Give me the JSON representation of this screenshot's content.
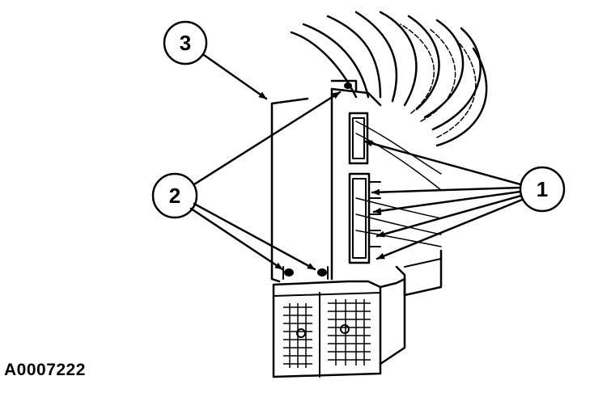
{
  "callouts": [
    {
      "id": "1",
      "label": "1"
    },
    {
      "id": "2",
      "label": "2"
    },
    {
      "id": "3",
      "label": "3"
    }
  ],
  "figure_id": "A0007222",
  "colors": {
    "ink": "#000000",
    "background": "#ffffff"
  }
}
